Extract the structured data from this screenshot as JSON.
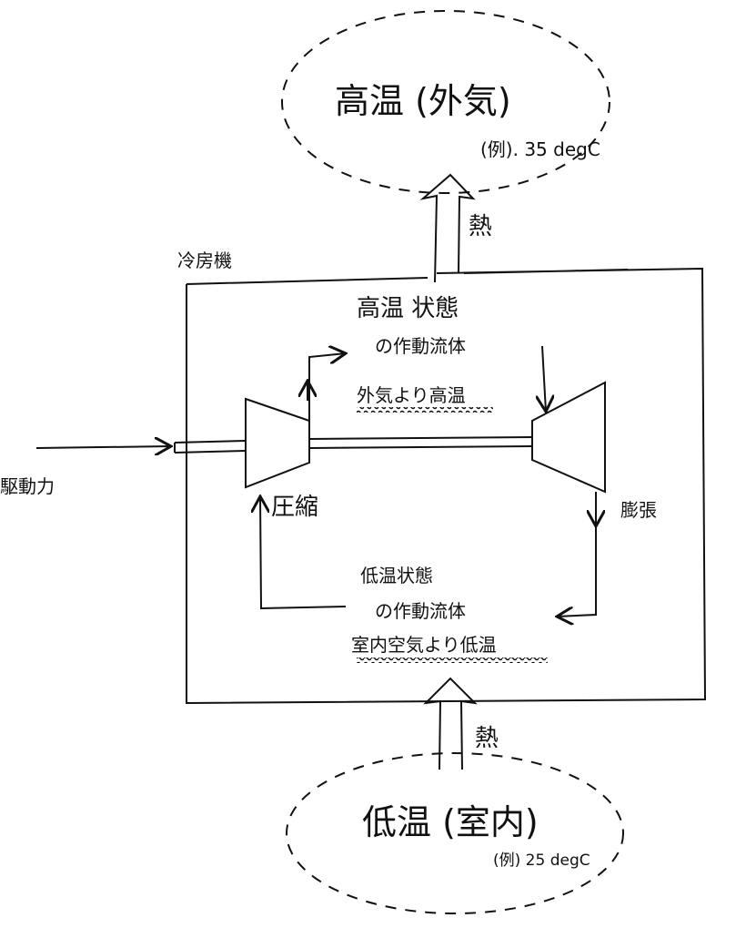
{
  "outside": {
    "label": "高温 (外気)",
    "example": "(例). 35 degC"
  },
  "heat_out_label": "熱",
  "machine_label": "冷房機",
  "hot_fluid": {
    "line1": "高温 状態",
    "line2": "の作動流体",
    "note": "外気より高温"
  },
  "drive_label": "駆動力",
  "compress_label": "圧縮",
  "expand_label": "膨張",
  "cold_fluid": {
    "line1": "低温状態",
    "line2": "の作動流体",
    "note": "室内空気より低温"
  },
  "heat_in_label": "熱",
  "inside": {
    "label": "低温 (室内)",
    "example": "(例) 25 degC"
  }
}
